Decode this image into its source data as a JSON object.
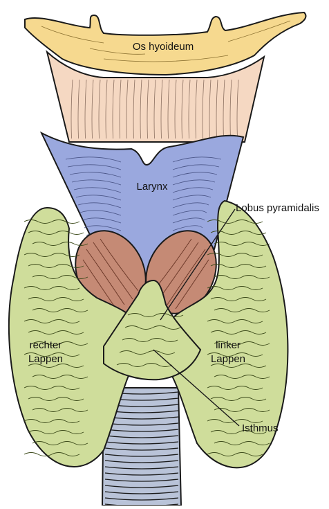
{
  "labels": {
    "hyoid": "Os hyoideum",
    "larynx": "Larynx",
    "pyramidal": "Lobus pyramidalis",
    "right_lobe": [
      "rechter",
      "Lappen"
    ],
    "left_lobe": [
      "linker",
      "Lappen"
    ],
    "isthmus": "Isthmus"
  },
  "colors": {
    "hyoid": "#f6d98f",
    "thyrohyoid": "#f5d8c2",
    "larynx": "#9aa8de",
    "thyroid": "#cfdd9b",
    "cricothyroid": "#c58a75",
    "trachea": "#b9c3d8",
    "outline": "#1a1a1a"
  }
}
